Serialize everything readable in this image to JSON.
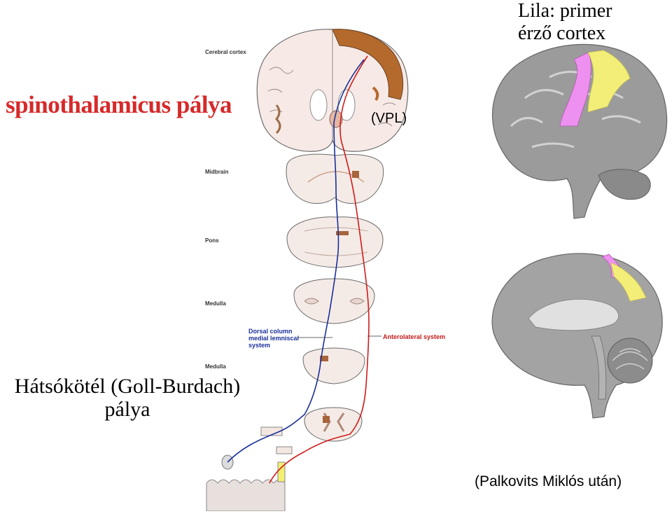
{
  "slide": {
    "title_red": "spinothalamicus pálya",
    "title_black_line1": "Hátsókötél (Goll-Burdach)",
    "title_black_line2": "pálya",
    "purple_note_line1": "Lila: primer",
    "purple_note_line2": "érző cortex",
    "vpl_label": "(VPL)",
    "credit": "(Palkovits Miklós után)"
  },
  "diagram": {
    "levels": [
      "Cerebral cortex",
      "Midbrain",
      "Pons",
      "Medulla",
      "Medulla"
    ],
    "pathway_dorsal_line1": "Dorsal column",
    "pathway_dorsal_line2": "medial lemniscal",
    "pathway_dorsal_line3": "system",
    "pathway_anterolateral": "Anterolateral system"
  },
  "colors": {
    "title_red": "#d62a2a",
    "dorsal_column_path": "#1a2f9a",
    "anterolateral_path": "#d11b1b",
    "primary_sensory_cortex": "#f08ef0",
    "secondary_area": "#f5f07a",
    "nuclei": "#a8643a"
  }
}
